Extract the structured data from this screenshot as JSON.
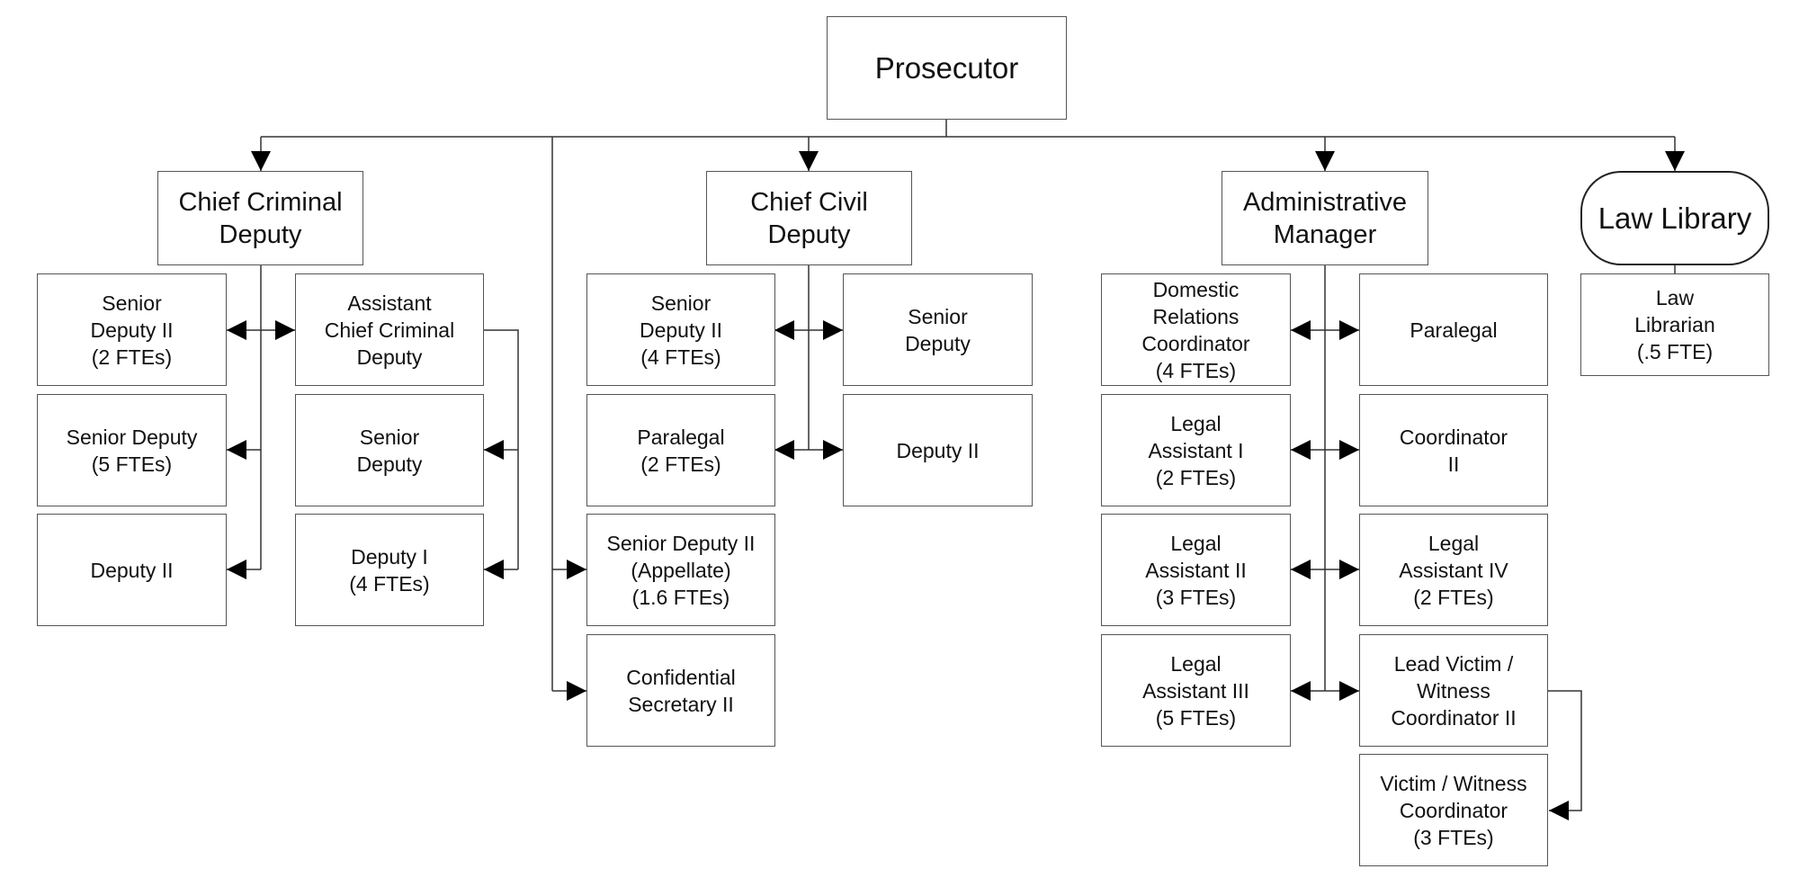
{
  "org_chart": {
    "root": {
      "label": "Prosecutor"
    },
    "criminal": {
      "head": "Chief Criminal\nDeputy",
      "senior_deputy_ii": "Senior\nDeputy II\n(2 FTEs)",
      "assistant_chief": "Assistant\nChief Criminal\nDeputy",
      "senior_deputy": "Senior Deputy\n(5 FTEs)",
      "deputy_ii": "Deputy II",
      "asst_senior_deputy": "Senior\nDeputy",
      "asst_deputy_i": "Deputy I\n(4 FTEs)"
    },
    "direct_reports": {
      "appellate": "Senior Deputy II\n(Appellate)\n(1.6 FTEs)",
      "secretary": "Confidential\nSecretary II"
    },
    "civil": {
      "head": "Chief Civil\nDeputy",
      "senior_deputy_ii": "Senior\nDeputy II\n(4 FTEs)",
      "senior_deputy": "Senior\nDeputy",
      "paralegal": "Paralegal\n(2 FTEs)",
      "deputy_ii": "Deputy II"
    },
    "admin": {
      "head": "Administrative\nManager",
      "domestic_relations": "Domestic\nRelations\nCoordinator\n(4 FTEs)",
      "paralegal": "Paralegal",
      "legal_asst_i": "Legal\nAssistant I\n(2 FTEs)",
      "coordinator_ii": "Coordinator\nII",
      "legal_asst_ii": "Legal\nAssistant II\n(3 FTEs)",
      "legal_asst_iv": "Legal\nAssistant IV\n(2 FTEs)",
      "legal_asst_iii": "Legal\nAssistant III\n(5 FTEs)",
      "lead_victim": "Lead Victim /\nWitness\nCoordinator II",
      "victim_witness": "Victim / Witness\nCoordinator\n(3 FTEs)"
    },
    "library": {
      "head": "Law Library",
      "librarian": "Law\nLibrarian\n(.5 FTE)"
    }
  }
}
